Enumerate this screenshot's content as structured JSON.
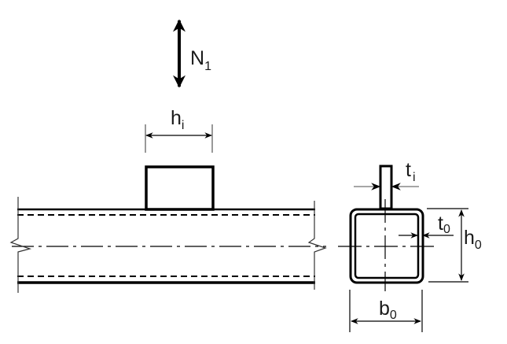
{
  "labels": {
    "force": {
      "main": "N",
      "sub": "1"
    },
    "brace_width": {
      "main": "h",
      "sub": "i"
    },
    "brace_thickness": {
      "main": "t",
      "sub": "i"
    },
    "chord_thickness": {
      "main": "t",
      "sub": "0"
    },
    "chord_height": {
      "main": "h",
      "sub": "0"
    },
    "chord_width": {
      "main": "b",
      "sub": "0"
    }
  },
  "colors": {
    "line": "#000000",
    "dim": "#555555"
  }
}
